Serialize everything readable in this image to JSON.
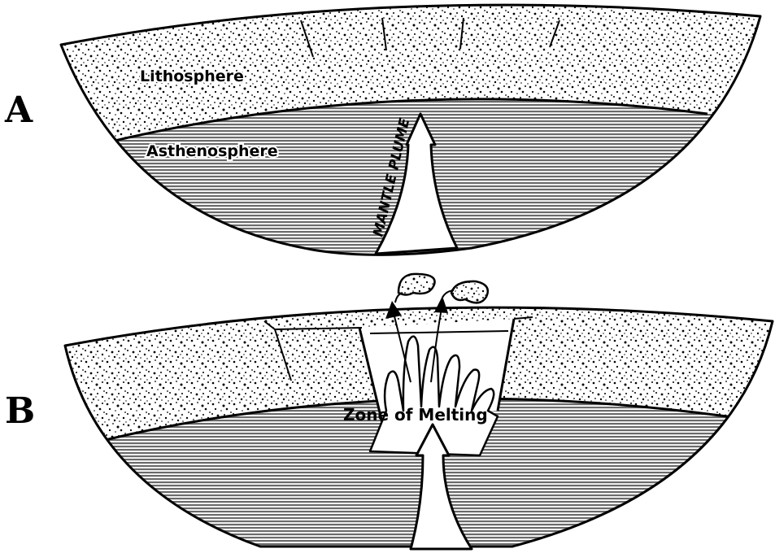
{
  "panels": {
    "a": {
      "label": "A",
      "upper_layer": "Lithosphere",
      "lower_layer": "Asthenosphere",
      "arrow_label": "MANTLE PLUME"
    },
    "b": {
      "label": "B",
      "zone_label": "Zone of Melting"
    }
  },
  "colors": {
    "ink": "#000000",
    "paper": "#ffffff",
    "asthenosphere_hatch": "#6a6a6a"
  }
}
